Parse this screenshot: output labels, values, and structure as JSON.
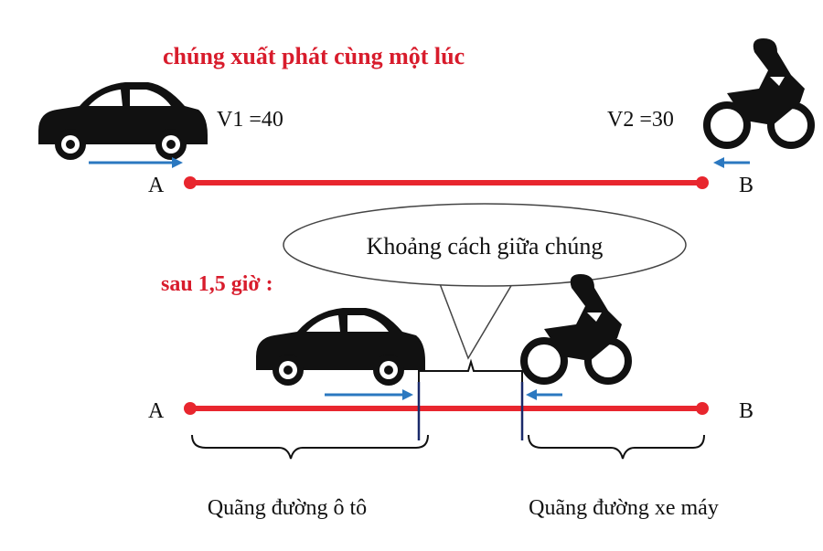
{
  "title": "chúng xuất phát cùng một lúc",
  "v1_label": "V1 =40",
  "v2_label": "V2 =30",
  "point_a": "A",
  "point_b": "B",
  "bubble_text": "Khoảng cách giữa chúng",
  "after_label": "sau 1,5 giờ :",
  "car_distance_label": "Quãng đường ô tô",
  "moto_distance_label": "Quãng đường xe máy",
  "colors": {
    "road": "#e8262e",
    "arrow": "#2b78c0",
    "title": "#d81c2c"
  }
}
